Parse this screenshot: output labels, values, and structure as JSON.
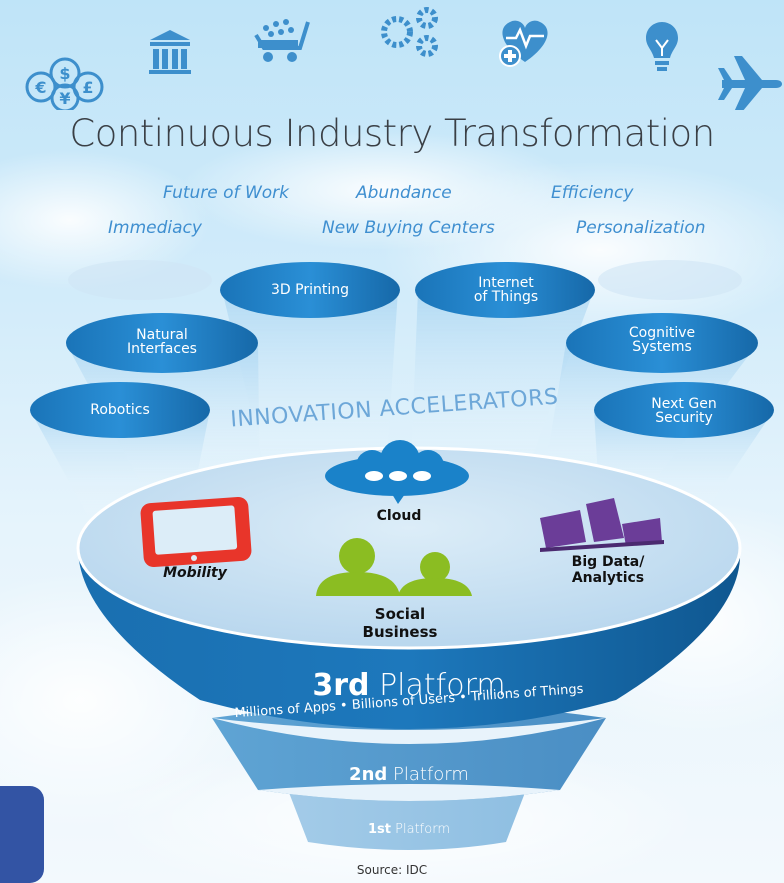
{
  "top_icons": [
    {
      "name": "currency-coins-icon",
      "symbols": [
        "€",
        "$",
        "¥",
        "£"
      ]
    },
    {
      "name": "bank-icon"
    },
    {
      "name": "shopping-cart-icon"
    },
    {
      "name": "gears-icon"
    },
    {
      "name": "health-heart-icon"
    },
    {
      "name": "lightbulb-icon"
    },
    {
      "name": "airplane-icon"
    }
  ],
  "title": "Continuous Industry Transformation",
  "trends": [
    "Future of Work",
    "Abundance",
    "Efficiency",
    "Immediacy",
    "New Buying Centers",
    "Personalization"
  ],
  "innovation_label": "INNOVATION ACCELERATORS",
  "accelerators": [
    {
      "label": "3D Printing"
    },
    {
      "label": "Internet\nof Things"
    },
    {
      "label": "Natural\nInterfaces"
    },
    {
      "label": "Cognitive\nSystems"
    },
    {
      "label": "Robotics"
    },
    {
      "label": "Next Gen\nSecurity"
    }
  ],
  "core": {
    "cloud": "Cloud",
    "mobility": "Mobility",
    "big_data": "Big Data/\nAnalytics",
    "social": "Social\nBusiness"
  },
  "platforms": {
    "third": {
      "num": "3rd",
      "word": "Platform",
      "subtitle": "Millions of Apps • Billions of Users • Trillions of Things"
    },
    "second": {
      "num": "2nd",
      "word": "Platform"
    },
    "first": {
      "num": "1st",
      "word": "Platform"
    }
  },
  "source": "Source: IDC",
  "colors": {
    "disc_blue": "#1679c4",
    "platform_blue": "#15649f",
    "trend_blue": "#3f8fd0",
    "icon_blue": "#3d8fcc",
    "mobility_red": "#e8352a",
    "social_green": "#8bbd22",
    "bigdata_purple": "#6b3d98",
    "cloud_blue": "#1a82c9"
  }
}
